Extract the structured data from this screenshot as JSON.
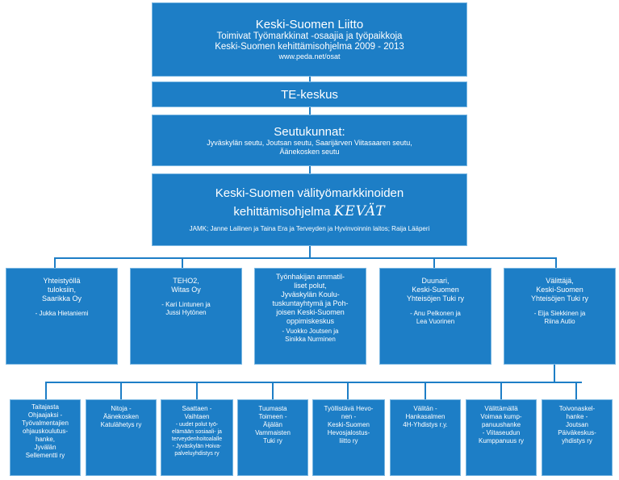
{
  "top": {
    "title": "Keski-Suomen Liitto",
    "line1": "Toimivat Työmarkkinat -osaajia ja työpaikkoja",
    "line2": "Keski-Suomen kehittämisohjelma 2009 - 2013",
    "url": "www.peda.net/osat"
  },
  "te": {
    "title": "TE-keskus"
  },
  "seutu": {
    "title": "Seutukunnat:",
    "line1": "Jyväskylän seutu, Joutsan seutu, Saarijärven Viitasaaren seutu,",
    "line2": "Äänekosken seutu"
  },
  "program": {
    "title1": "Keski-Suomen välityömarkkinoiden",
    "title2": "kehittämisohjelma",
    "logo": "KEVÄT",
    "members": "JAMK; Janne Lailinen ja Taina Era ja Terveyden ja Hyvinvoinnin laitos; Raija Lääperi"
  },
  "mid": [
    {
      "name": [
        "Yhteistyöllä",
        "tuloksiin,",
        "Saarikka Oy"
      ],
      "people": [
        "- Jukka Hietaniemi"
      ]
    },
    {
      "name": [
        "TEHO2,",
        "Witas Oy"
      ],
      "people": [
        "- Kari Lintunen ja",
        "Jussi Hytönen"
      ]
    },
    {
      "name": [
        "Työnhakijan ammatil-",
        "liset polut,",
        "Jyväskylän Koulu-",
        "tuskuntayhtymä ja Poh-",
        "joisen Keski-Suomen",
        "oppimiskeskus"
      ],
      "people": [
        "- Vuokko Joutsen ja",
        "Sinikka Nurminen"
      ]
    },
    {
      "name": [
        "Duunari,",
        "Keski-Suomen",
        "Yhteisöjen Tuki ry"
      ],
      "people": [
        "- Anu Pelkonen ja",
        "Lea Vuorinen"
      ]
    },
    {
      "name": [
        "Välittäjä,",
        "Keski-Suomen",
        "Yhteisöjen Tuki ry"
      ],
      "people": [
        "- Eija Siekkinen ja",
        "Riina Autio"
      ]
    }
  ],
  "bottom": [
    [
      "Taitajasta",
      "Ohjaajaksi -",
      "Työvalmentajien",
      "ohjauskoulutus-",
      "hanke,",
      "Jyvälän",
      "Sellementti ry"
    ],
    [
      "Nitoja -",
      "Äänekosken",
      "Katulähetys ry"
    ],
    [
      "Saattaen -",
      "Vaihtaen",
      "- uudet polut työ-",
      "elämään sosiaali- ja",
      "terveydenhoitoalalle",
      "- Jyväskylän Hoiva-",
      "palveluyhdistys ry"
    ],
    [
      "Tuumasta",
      "Toimeen -",
      "Äijälän",
      "Vammaisten",
      "Tuki ry"
    ],
    [
      "Työllistävä Hevo-",
      "nen -",
      "Keski-Suomen",
      "Hevosjalostus-",
      "liitto ry"
    ],
    [
      "Välitän -",
      "Hankasalmen",
      "4H-Yhdistys r.y."
    ],
    [
      "Välittämällä",
      "Voimaa kump-",
      "panuushanke",
      "- Viitaseudun",
      "Kumppanuus ry"
    ],
    [
      "Toivonaskel-",
      "hanke -",
      "Joutsan",
      "Päiväkeskus-",
      "yhdistys ry"
    ]
  ],
  "colors": {
    "box": "#1d7ec6",
    "border": "#7ab7e2",
    "text": "#ffffff",
    "background": "#ffffff"
  }
}
